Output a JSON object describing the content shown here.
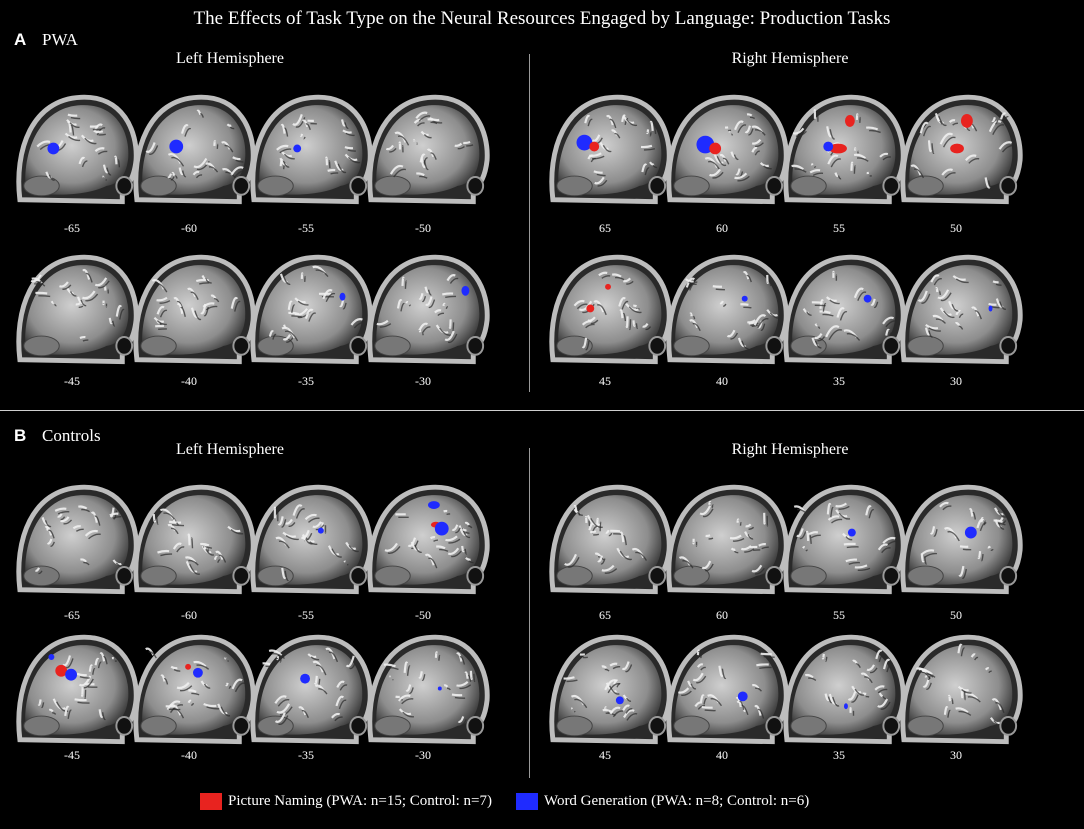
{
  "title": "The Effects of Task Type on the Neural Resources Engaged by Language: Production Tasks",
  "panels": [
    {
      "letter": "A",
      "name": "PWA",
      "left_label": "Left Hemisphere",
      "right_label": "Right Hemisphere",
      "left_row1": [
        "-65",
        "-60",
        "-55",
        "-50"
      ],
      "left_row2": [
        "-45",
        "-40",
        "-35",
        "-30"
      ],
      "right_row1": [
        "65",
        "60",
        "55",
        "50"
      ],
      "right_row2": [
        "45",
        "40",
        "35",
        "30"
      ]
    },
    {
      "letter": "B",
      "name": "Controls",
      "left_label": "Left Hemisphere",
      "right_label": "Right Hemisphere",
      "left_row1": [
        "-65",
        "-60",
        "-55",
        "-50"
      ],
      "left_row2": [
        "-45",
        "-40",
        "-35",
        "-30"
      ],
      "right_row1": [
        "65",
        "60",
        "55",
        "50"
      ],
      "right_row2": [
        "45",
        "40",
        "35",
        "30"
      ]
    }
  ],
  "legend": {
    "picture_naming": {
      "label": "Picture Naming (PWA: n=15; Control: n=7)",
      "color": "#e8231f"
    },
    "word_generation": {
      "label": "Word Generation (PWA: n=8; Control: n=6)",
      "color": "#1f2bff"
    }
  }
}
